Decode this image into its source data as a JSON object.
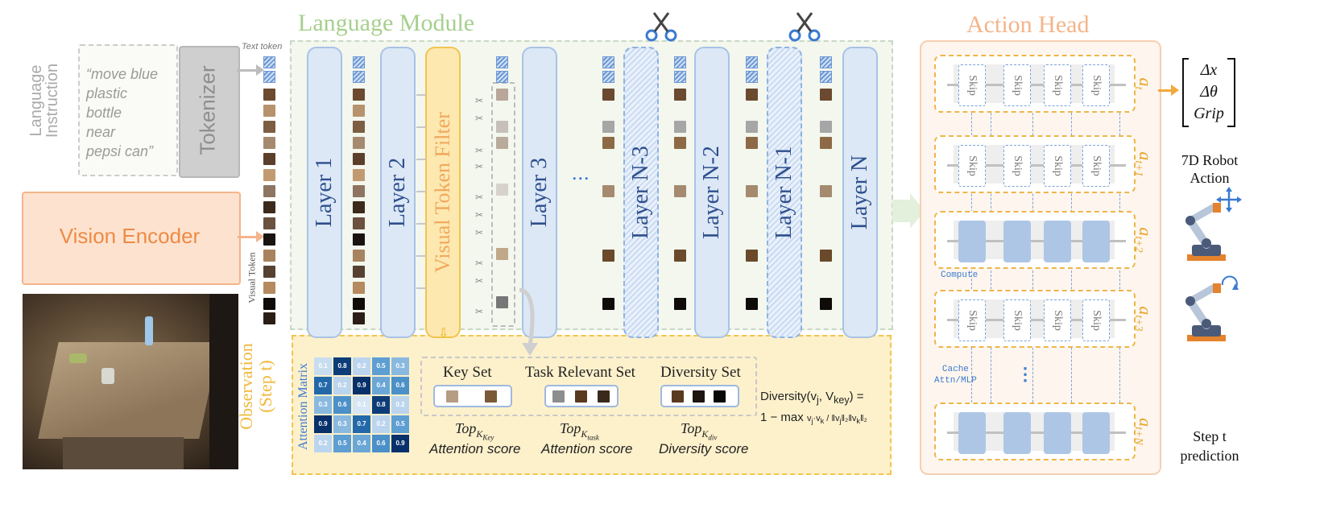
{
  "left": {
    "language_instruction": "Language Instruction",
    "instruction_text": "“move blue plastic bottle near pepsi can”",
    "instruction_lines": [
      "“move blue",
      "plastic",
      "bottle",
      "near",
      "pepsi can”"
    ],
    "tokenizer": "Tokenizer",
    "vision_encoder": "Vision Encoder",
    "text_token": "Text token",
    "visual_token": "Visual Token"
  },
  "language_module": {
    "title": "Language Module",
    "layers": [
      "Layer 1",
      "Layer 2",
      "Layer 3",
      "Layer N-3",
      "Layer N-2",
      "Layer N-1",
      "Layer N"
    ],
    "filter": "Visual Token Filter",
    "ellipsis": "..."
  },
  "observation": {
    "title": "Observation",
    "subtitle": "(Step t)",
    "attention_matrix": "Attention Matrix",
    "matrix_values": [
      [
        "0.1",
        "0.8",
        "0.2",
        "0.5",
        "0.3"
      ],
      [
        "0.7",
        "0.2",
        "0.9",
        "0.4",
        "0.6"
      ],
      [
        "0.3",
        "0.6",
        "0.1",
        "0.8",
        "0.2"
      ],
      [
        "0.9",
        "0.3",
        "0.7",
        "0.2",
        "0.5"
      ],
      [
        "0.2",
        "0.5",
        "0.4",
        "0.6",
        "0.9"
      ]
    ],
    "sets": [
      {
        "name": "Key Set",
        "top": "Top",
        "sub": "Key",
        "score": "Attention score"
      },
      {
        "name": "Task Relevant Set",
        "top": "Top",
        "sub": "task",
        "score": "Attention score"
      },
      {
        "name": "Diversity Set",
        "top": "Top",
        "sub": "div",
        "score": "Diversity score"
      }
    ],
    "formula_line1": "Diversity(v",
    "formula_line1_b": "j",
    "formula_line1_c": ", V",
    "formula_line1_d": "key",
    "formula_line1_e": ") =",
    "formula_line2": "1 − max"
  },
  "action_head": {
    "title": "Action Head",
    "skip": "Skip",
    "compute": "Compute",
    "cache": "Cache",
    "cache2": "Attn/MLP",
    "ellipsis": "⋮",
    "rows": [
      "a_t",
      "a_t+1",
      "a_t+2",
      "a_t+3",
      "a_t+N"
    ],
    "row_labels": [
      {
        "a": "a",
        "sub": "t"
      },
      {
        "a": "a",
        "sub": "t+1"
      },
      {
        "a": "a",
        "sub": "t+2"
      },
      {
        "a": "a",
        "sub": "t+3"
      },
      {
        "a": "a",
        "sub": "t+N"
      }
    ]
  },
  "output": {
    "vector": [
      "Δx",
      "Δθ",
      "Grip"
    ],
    "robot_action_1": "7D Robot",
    "robot_action_2": "Action",
    "step_1": "Step t",
    "step_2": "prediction"
  },
  "colors": {
    "orange": "#f4a06b",
    "vision_fill": "#fde3cf",
    "yellow": "#fde8b0",
    "green_title": "#a6cf8d",
    "blue_layer": "#dce8f6",
    "action_title": "#f4b48a"
  },
  "icons": [
    "scissors-icon",
    "robot-arm-icon",
    "move-arrows-icon",
    "rotate-icon"
  ]
}
